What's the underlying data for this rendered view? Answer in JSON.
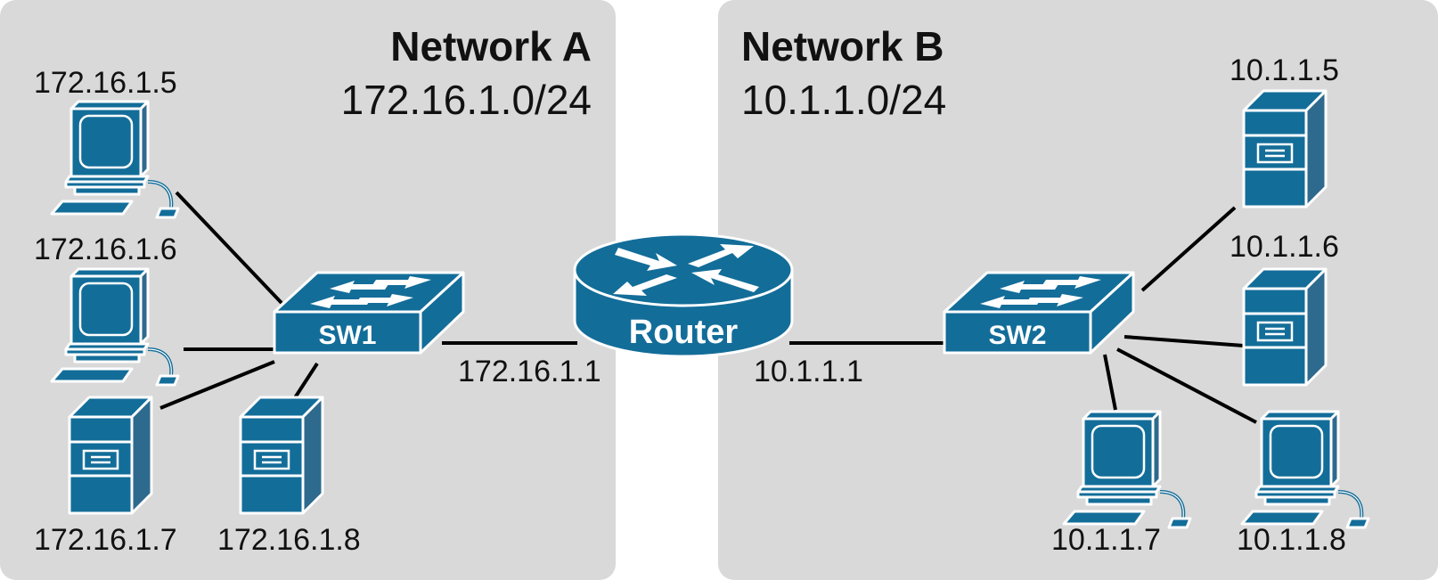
{
  "network_a": {
    "title": "Network A",
    "subnet": "172.16.1.0/24",
    "switch_label": "SW1",
    "hosts": [
      {
        "ip": "172.16.1.5",
        "type": "pc"
      },
      {
        "ip": "172.16.1.6",
        "type": "pc"
      },
      {
        "ip": "172.16.1.7",
        "type": "server"
      },
      {
        "ip": "172.16.1.8",
        "type": "server"
      }
    ],
    "gateway_ip": "172.16.1.1"
  },
  "router": {
    "label": "Router"
  },
  "network_b": {
    "title": "Network B",
    "subnet": "10.1.1.0/24",
    "switch_label": "SW2",
    "hosts": [
      {
        "ip": "10.1.1.5",
        "type": "server"
      },
      {
        "ip": "10.1.1.6",
        "type": "server"
      },
      {
        "ip": "10.1.1.7",
        "type": "pc"
      },
      {
        "ip": "10.1.1.8",
        "type": "pc"
      }
    ],
    "gateway_ip": "10.1.1.1"
  },
  "colors": {
    "zone_fill": "#d9d9d9",
    "device_blue": "#136d99",
    "device_side": "#2e6a8d",
    "link": "#000000"
  }
}
